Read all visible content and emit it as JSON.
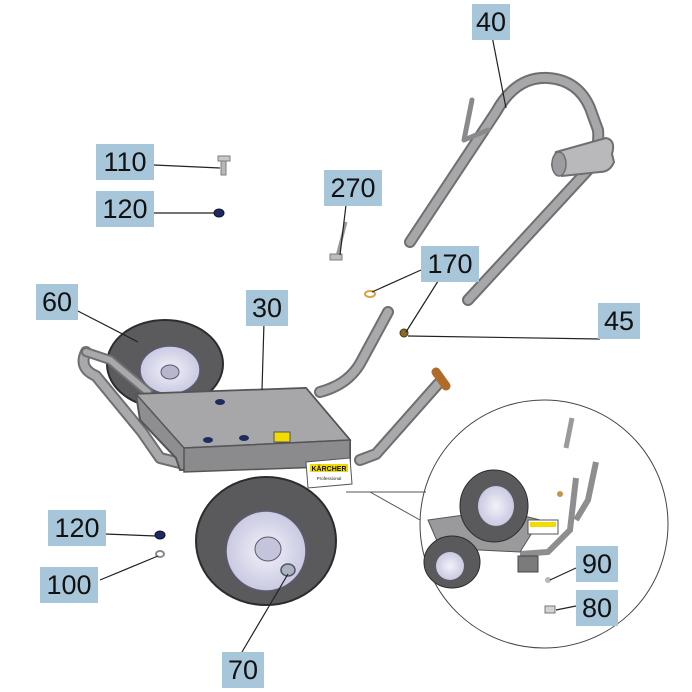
{
  "diagram": {
    "brand": "KÄRCHER",
    "brand_sub": "Professional",
    "colors": {
      "frame": "#9a9a9c",
      "tire": "#58585b",
      "hub": "#dcdcf0",
      "label_bg": "#a7c6da",
      "brand_yellow": "#f2dc00"
    },
    "parts": [
      {
        "id": "p40",
        "label": "40",
        "part": "push handle"
      },
      {
        "id": "p45",
        "label": "45",
        "part": "pin"
      },
      {
        "id": "p170",
        "label": "170",
        "part": "clip"
      },
      {
        "id": "p270",
        "label": "270",
        "part": "bolt"
      },
      {
        "id": "p110",
        "label": "110",
        "part": "screw"
      },
      {
        "id": "p120a",
        "label": "120",
        "part": "nut"
      },
      {
        "id": "p60",
        "label": "60",
        "part": "wheel"
      },
      {
        "id": "p30",
        "label": "30",
        "part": "frame"
      },
      {
        "id": "p120b",
        "label": "120",
        "part": "nut"
      },
      {
        "id": "p100",
        "label": "100",
        "part": "washer"
      },
      {
        "id": "p70",
        "label": "70",
        "part": "wheel"
      },
      {
        "id": "p90",
        "label": "90",
        "part": "washer"
      },
      {
        "id": "p80",
        "label": "80",
        "part": "cap"
      }
    ]
  }
}
